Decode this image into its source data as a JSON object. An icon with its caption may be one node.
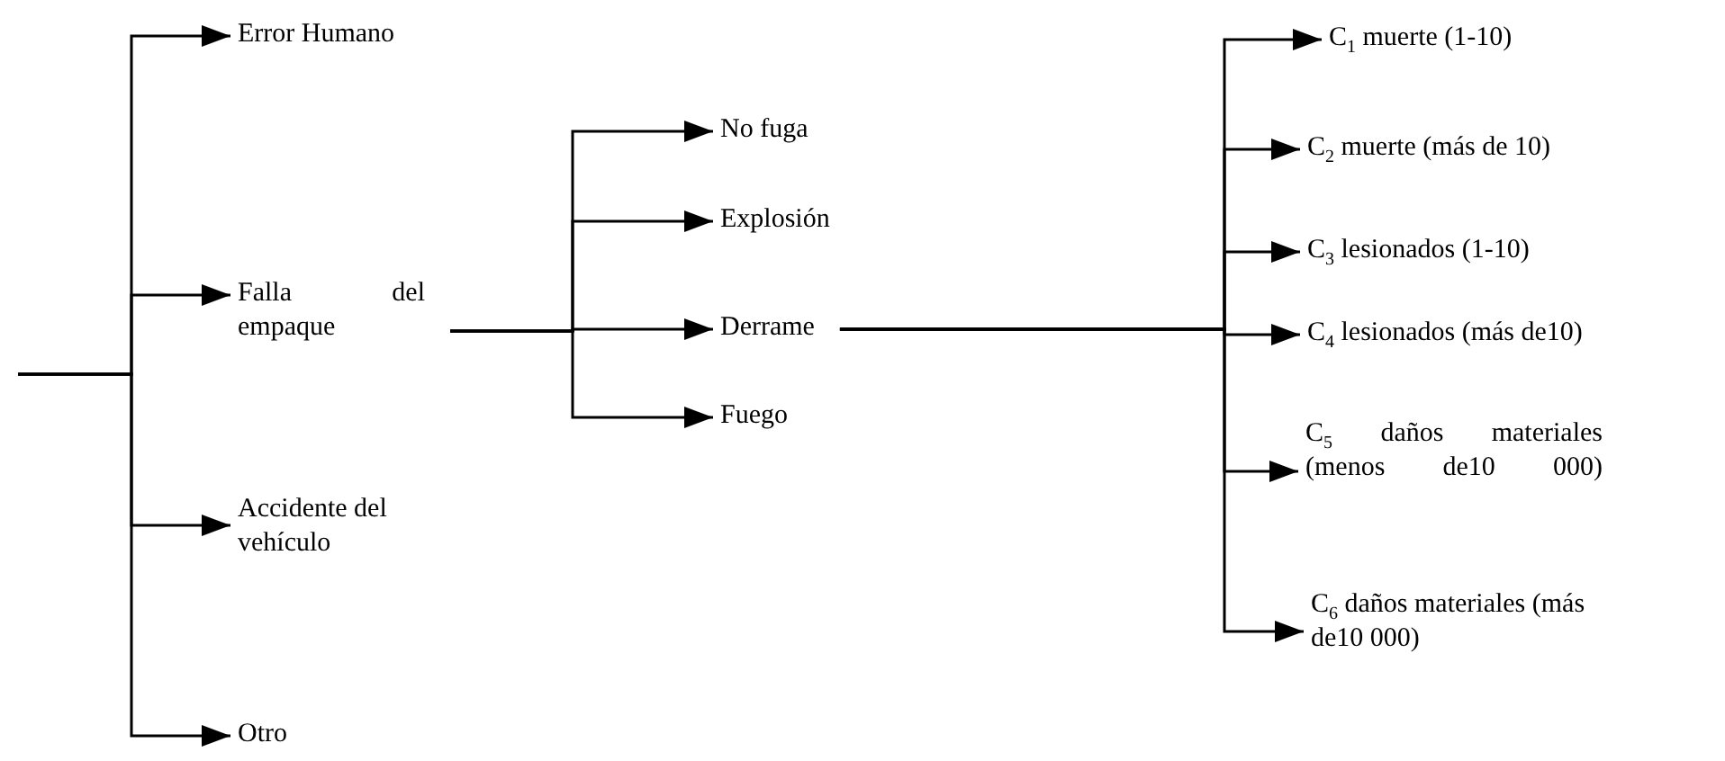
{
  "diagram": {
    "nodes": [
      {
        "text": [
          "Error Humano"
        ]
      },
      {
        "text": [
          "Falla del empaque"
        ]
      },
      {
        "text": [
          "Accidente del vehículo"
        ]
      },
      {
        "text": [
          "Otro"
        ]
      },
      {
        "text": [
          "No fuga"
        ]
      },
      {
        "text": [
          "Explosión"
        ]
      },
      {
        "text": [
          "Derrame"
        ]
      },
      {
        "text": [
          "Fuego"
        ]
      },
      {
        "text": [
          "C$_{1}$ muerte (1-10)"
        ]
      },
      {
        "text": [
          "C$_{2}$ muerte (más de 10)"
        ]
      },
      {
        "text": [
          "C$_{3}$ lesionados (1-10)"
        ]
      },
      {
        "text": [
          "C$_{4}$ lesionados (más de10)"
        ]
      },
      {
        "text": [
          "C$_{5}$ daños materiales (menos de10 000)"
        ]
      },
      {
        "text": [
          "C$_{6}$ daños materiales (más de10 000)"
        ]
      }
    ],
    "edges": [
      {
        "from": null,
        "to": 0,
        "arrow": "to"
      },
      {
        "from": null,
        "to": 1,
        "arrow": "to"
      },
      {
        "from": null,
        "to": 2,
        "arrow": "to"
      },
      {
        "from": null,
        "to": 3,
        "arrow": "to"
      },
      {
        "from": 1,
        "to": 4,
        "arrow": "to"
      },
      {
        "from": 1,
        "to": 5,
        "arrow": "to"
      },
      {
        "from": 1,
        "to": 6,
        "arrow": "to"
      },
      {
        "from": 1,
        "to": 7,
        "arrow": "to"
      },
      {
        "from": 6,
        "to": 8,
        "arrow": "to"
      },
      {
        "from": 6,
        "to": 9,
        "arrow": "to"
      },
      {
        "from": 6,
        "to": 10,
        "arrow": "to"
      },
      {
        "from": 6,
        "to": 11,
        "arrow": "to"
      },
      {
        "from": 6,
        "to": 12,
        "arrow": "to"
      },
      {
        "from": 6,
        "to": 13,
        "arrow": "to"
      }
    ]
  }
}
